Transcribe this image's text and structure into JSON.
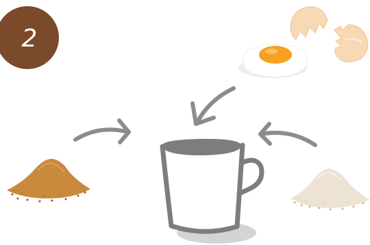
{
  "step": {
    "number": "2",
    "badge_color": "#7a4a2a"
  },
  "illustration": {
    "ingredients": [
      {
        "name": "egg",
        "icon": "egg-icon"
      },
      {
        "name": "brown sugar",
        "icon": "brown-sugar-pile-icon"
      },
      {
        "name": "flour",
        "icon": "flour-pile-icon"
      }
    ],
    "vessel_icon": "mug-icon",
    "colors": {
      "arrow": "#8c8c8c",
      "mug_outline": "#7d7d7d",
      "yolk": "#f4a21f",
      "eggshell": "#f7d9b3",
      "brown_sugar": "#c98a3d",
      "flour": "#ede3d3"
    }
  }
}
